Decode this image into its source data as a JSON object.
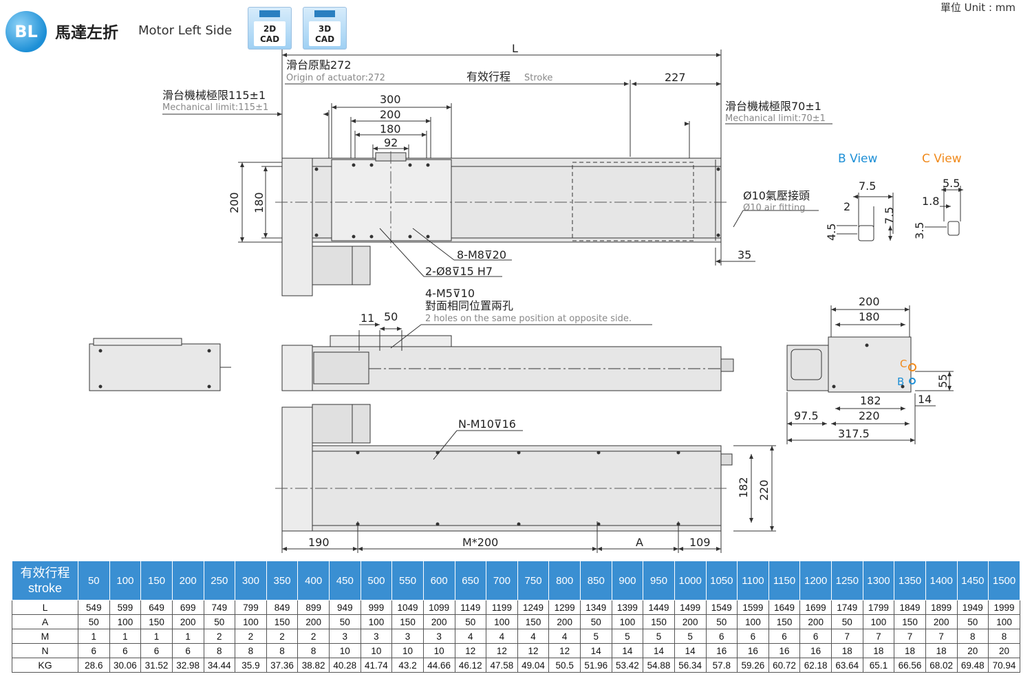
{
  "header": {
    "badge": "BL",
    "title_cn": "馬達左折",
    "title_en": "Motor Left Side",
    "unit": "單位 Unit : mm",
    "cad_2d": [
      "2D",
      "CAD"
    ],
    "cad_3d": [
      "3D",
      "CAD"
    ]
  },
  "top_view": {
    "L": "L",
    "origin_cn": "滑台原點272",
    "origin_en": "Origin of actuator:272",
    "stroke_cn": "有效行程",
    "stroke_en": "Stroke",
    "d227": "227",
    "mech_left_cn": "滑台機械極限115±1",
    "mech_left_en": "Mechanical limit:115±1",
    "mech_right_cn": "滑台機械極限70±1",
    "mech_right_en": "Mechanical limit:70±1",
    "d300": "300",
    "d200": "200",
    "d180": "180",
    "d92": "92",
    "h200": "200",
    "h180": "180",
    "air_cn": "Ø10氣壓接頭",
    "air_en": "Ø10 air fitting",
    "d35": "35",
    "m8": "8-M8⊽20",
    "hole8": "2-Ø8⊽15 H7"
  },
  "b_view": {
    "title": "B View",
    "d75a": "7.5",
    "d2": "2",
    "d75b": "7.5",
    "d45": "4.5"
  },
  "c_view": {
    "title": "C View",
    "d55": "5.5",
    "d18": "1.8",
    "d35": "3.5"
  },
  "side_view": {
    "m5": "4-M5⊽10",
    "m5_cn": "對面相同位置兩孔",
    "m5_en": "2 holes on the same position at opposite side.",
    "d11": "11",
    "d50": "50"
  },
  "end_view": {
    "w200": "200",
    "w180": "180",
    "c": "C",
    "b": "B",
    "d55": "55",
    "d14": "14",
    "d182": "182",
    "d975": "97.5",
    "d220": "220",
    "d3175": "317.5"
  },
  "bottom_view": {
    "n_m10": "N-M10⊽16",
    "h182": "182",
    "h220": "220",
    "d190": "190",
    "m200": "M*200",
    "a": "A",
    "d109": "109"
  },
  "spec_table": {
    "header_cn": "有效行程",
    "header_en": "stroke",
    "strokes": [
      "50",
      "100",
      "150",
      "200",
      "250",
      "300",
      "350",
      "400",
      "450",
      "500",
      "550",
      "600",
      "650",
      "700",
      "750",
      "800",
      "850",
      "900",
      "950",
      "1000",
      "1050",
      "1100",
      "1150",
      "1200",
      "1250",
      "1300",
      "1350",
      "1400",
      "1450",
      "1500"
    ],
    "rows": [
      {
        "label": "L",
        "values": [
          "549",
          "599",
          "649",
          "699",
          "749",
          "799",
          "849",
          "899",
          "949",
          "999",
          "1049",
          "1099",
          "1149",
          "1199",
          "1249",
          "1299",
          "1349",
          "1399",
          "1449",
          "1499",
          "1549",
          "1599",
          "1649",
          "1699",
          "1749",
          "1799",
          "1849",
          "1899",
          "1949",
          "1999"
        ]
      },
      {
        "label": "A",
        "values": [
          "50",
          "100",
          "150",
          "200",
          "50",
          "100",
          "150",
          "200",
          "50",
          "100",
          "150",
          "200",
          "50",
          "100",
          "150",
          "200",
          "50",
          "100",
          "150",
          "200",
          "50",
          "100",
          "150",
          "200",
          "50",
          "100",
          "150",
          "200",
          "50",
          "100"
        ]
      },
      {
        "label": "M",
        "values": [
          "1",
          "1",
          "1",
          "1",
          "2",
          "2",
          "2",
          "2",
          "3",
          "3",
          "3",
          "3",
          "4",
          "4",
          "4",
          "4",
          "5",
          "5",
          "5",
          "5",
          "6",
          "6",
          "6",
          "6",
          "7",
          "7",
          "7",
          "7",
          "8",
          "8"
        ]
      },
      {
        "label": "N",
        "values": [
          "6",
          "6",
          "6",
          "6",
          "8",
          "8",
          "8",
          "8",
          "10",
          "10",
          "10",
          "10",
          "12",
          "12",
          "12",
          "12",
          "14",
          "14",
          "14",
          "14",
          "16",
          "16",
          "16",
          "16",
          "18",
          "18",
          "18",
          "18",
          "20",
          "20"
        ]
      },
      {
        "label": "KG",
        "values": [
          "28.6",
          "30.06",
          "31.52",
          "32.98",
          "34.44",
          "35.9",
          "37.36",
          "38.82",
          "40.28",
          "41.74",
          "43.2",
          "44.66",
          "46.12",
          "47.58",
          "49.04",
          "50.5",
          "51.96",
          "53.42",
          "54.88",
          "56.34",
          "57.8",
          "59.26",
          "60.72",
          "62.18",
          "63.64",
          "65.1",
          "66.56",
          "68.02",
          "69.48",
          "70.94"
        ]
      }
    ]
  },
  "colors": {
    "accent": "#3a8fd2",
    "b_view": "#1d8fd6",
    "c_view": "#f08a1c",
    "body_fill": "#e4e4e4"
  }
}
